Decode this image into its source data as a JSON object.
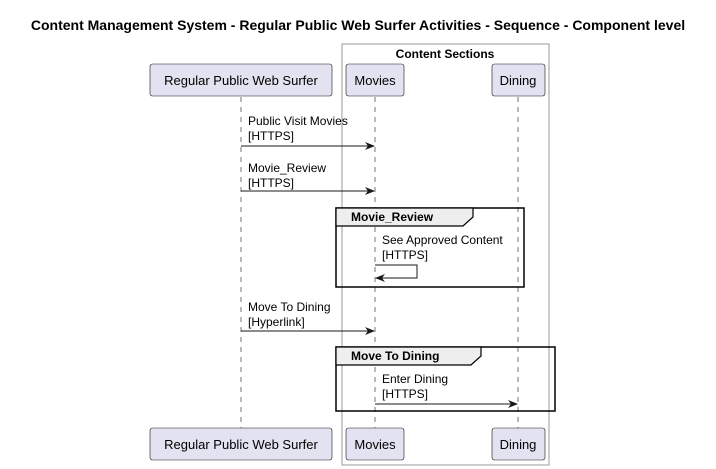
{
  "diagram": {
    "title": "Content Management System - Regular Public Web Surfer Activities - Sequence - Component level",
    "box": {
      "label": "Content Sections"
    },
    "participants": [
      {
        "id": "surfer",
        "label": "Regular Public Web Surfer"
      },
      {
        "id": "movies",
        "label": "Movies"
      },
      {
        "id": "dining",
        "label": "Dining"
      }
    ],
    "messages": [
      {
        "line1": "Public Visit Movies",
        "line2": "[HTTPS]"
      },
      {
        "line1": "Movie_Review",
        "line2": "[HTTPS]"
      },
      {
        "line1": "See Approved Content",
        "line2": "[HTTPS]"
      },
      {
        "line1": "Move To Dining",
        "line2": "[Hyperlink]"
      },
      {
        "line1": "Enter Dining",
        "line2": "[HTTPS]"
      }
    ],
    "fragments": [
      {
        "label": "Movie_Review"
      },
      {
        "label": "Move To Dining"
      }
    ]
  }
}
